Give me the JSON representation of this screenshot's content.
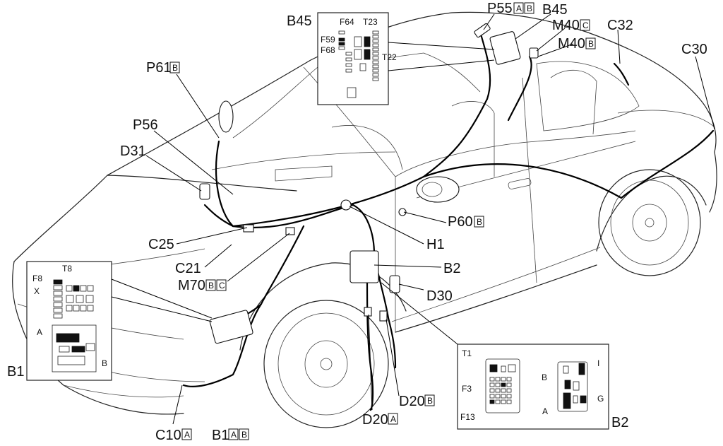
{
  "callouts": {
    "P55": "P55",
    "P55_suffix": [
      "A",
      "B"
    ],
    "B45_top": "B45",
    "M40c": "M40",
    "M40c_suffix": "C",
    "M40b": "M40",
    "M40b_suffix": "B",
    "C32": "C32",
    "C30": "C30",
    "B45_left": "B45",
    "P61": "P61",
    "P61_suffix": "B",
    "P56": "P56",
    "D31": "D31",
    "C25": "C25",
    "C21": "C21",
    "M70": "M70",
    "M70_suffix": [
      "B",
      "C"
    ],
    "P60": "P60",
    "P60_suffix": "B",
    "H1": "H1",
    "B2_main": "B2",
    "D30": "D30",
    "D20b": "D20",
    "D20b_suffix": "B",
    "D20a": "D20",
    "D20a_suffix": "A",
    "C10": "C10",
    "C10_suffix": "A",
    "B1_bottom": "B1",
    "B1_bottom_suffix": [
      "A",
      "B"
    ],
    "B1_inset": "B1",
    "B2_inset": "B2"
  },
  "inset_b45": {
    "labels": [
      "F64",
      "T23",
      "F59",
      "F68",
      "T22"
    ]
  },
  "inset_b1": {
    "labels": [
      "T8",
      "F8",
      "X",
      "A",
      "B"
    ]
  },
  "inset_b2_left": {
    "labels": [
      "T1",
      "F3",
      "F13"
    ]
  },
  "inset_b2_right": {
    "labels": [
      "I",
      "B",
      "G",
      "A"
    ]
  }
}
